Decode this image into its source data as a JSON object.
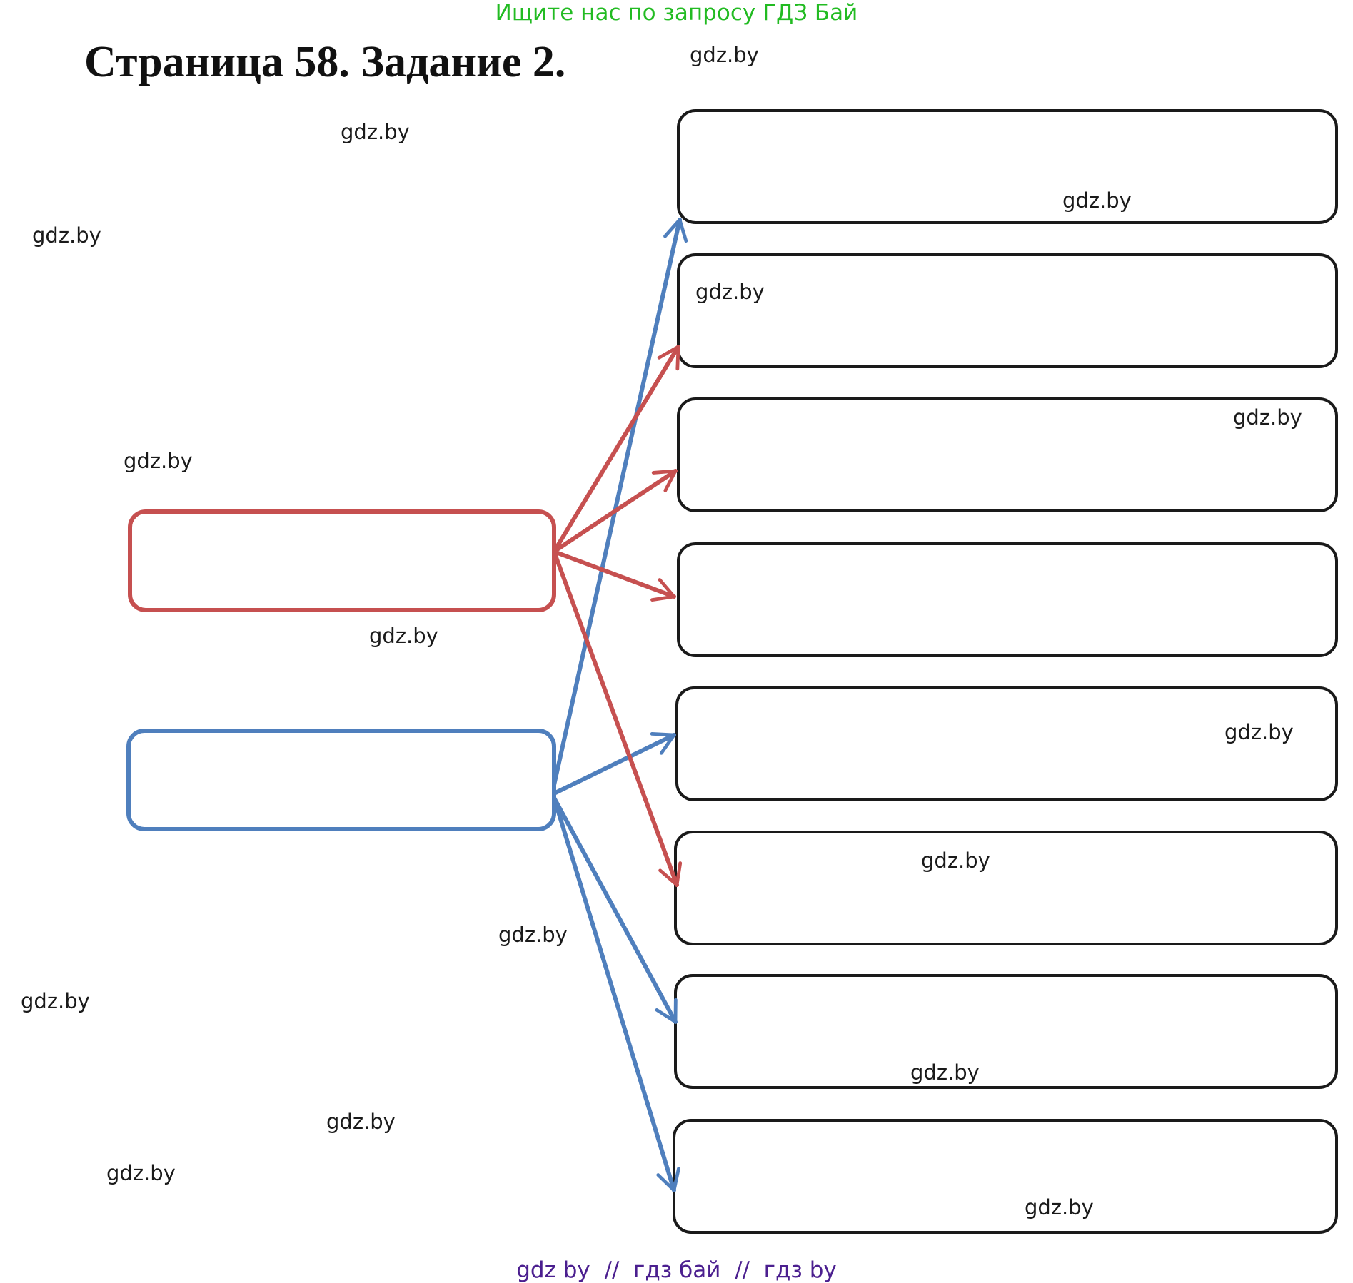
{
  "banner": {
    "text": "Ищите нас по запросу ГДЗ Бай",
    "color": "#22bb22"
  },
  "page_title": "Страница 58. Задание 2.",
  "watermark_text": "gdz.by",
  "footer": {
    "text": "gdz by  //  гдз бай  //  гдз by",
    "color": "#4b1f8f"
  },
  "colors": {
    "red": "#c65050",
    "blue": "#4f7fbd",
    "box_border": "#1a1a1a"
  },
  "diagram": {
    "left_boxes": [
      {
        "name": "red-source-box",
        "color": "red"
      },
      {
        "name": "blue-source-box",
        "color": "blue"
      }
    ],
    "right_boxes_count": 8,
    "connections": [
      {
        "from": "red-source-box",
        "to_box": 2
      },
      {
        "from": "red-source-box",
        "to_box": 3
      },
      {
        "from": "red-source-box",
        "to_box": 4
      },
      {
        "from": "red-source-box",
        "to_box": 6
      },
      {
        "from": "blue-source-box",
        "to_box": 1
      },
      {
        "from": "blue-source-box",
        "to_box": 5
      },
      {
        "from": "blue-source-box",
        "to_box": 7
      },
      {
        "from": "blue-source-box",
        "to_box": 8
      }
    ]
  }
}
